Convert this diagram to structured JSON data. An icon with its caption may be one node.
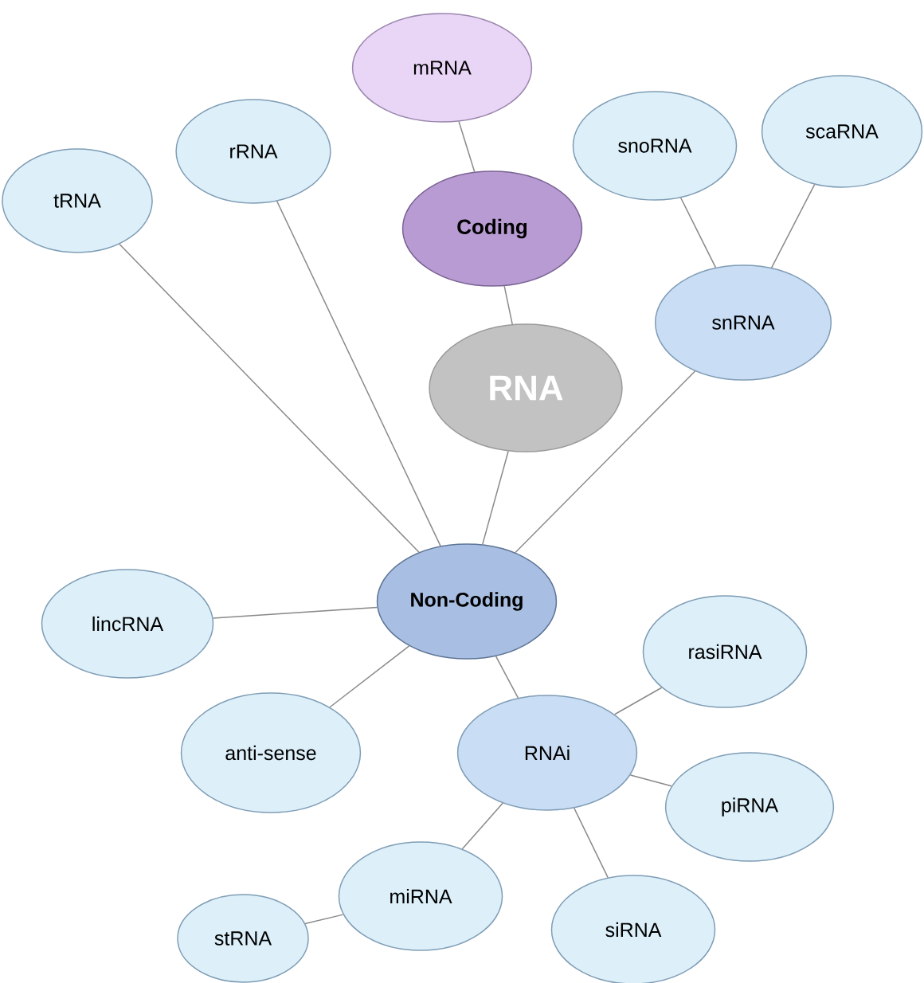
{
  "diagram": {
    "nodes": [
      {
        "text": [
          "mRNA"
        ]
      },
      {
        "text": [
          "Coding"
        ]
      },
      {
        "text": [
          "RNA"
        ]
      },
      {
        "text": [
          "tRNA"
        ]
      },
      {
        "text": [
          "rRNA"
        ]
      },
      {
        "text": [
          "snoRNA"
        ]
      },
      {
        "text": [
          "scaRNA"
        ]
      },
      {
        "text": [
          "snRNA"
        ]
      },
      {
        "text": [
          "Non-Coding"
        ]
      },
      {
        "text": [
          "lincRNA"
        ]
      },
      {
        "text": [
          "rasiRNA"
        ]
      },
      {
        "text": [
          "anti-sense"
        ]
      },
      {
        "text": [
          "RNAi"
        ]
      },
      {
        "text": [
          "piRNA"
        ]
      },
      {
        "text": [
          "miRNA"
        ]
      },
      {
        "text": [
          "siRNA"
        ]
      },
      {
        "text": [
          "stRNA"
        ]
      }
    ],
    "edges": [
      {
        "from": 0,
        "to": 1,
        "arrow": "none"
      },
      {
        "from": 1,
        "to": 2,
        "arrow": "none"
      },
      {
        "from": 2,
        "to": 8,
        "arrow": "none"
      },
      {
        "from": 3,
        "to": 8,
        "arrow": "none"
      },
      {
        "from": 4,
        "to": 8,
        "arrow": "none"
      },
      {
        "from": 7,
        "to": 8,
        "arrow": "none"
      },
      {
        "from": 5,
        "to": 7,
        "arrow": "none"
      },
      {
        "from": 6,
        "to": 7,
        "arrow": "none"
      },
      {
        "from": 8,
        "to": 9,
        "arrow": "none"
      },
      {
        "from": 8,
        "to": 11,
        "arrow": "none"
      },
      {
        "from": 8,
        "to": 12,
        "arrow": "none"
      },
      {
        "from": 12,
        "to": 10,
        "arrow": "none"
      },
      {
        "from": 12,
        "to": 13,
        "arrow": "none"
      },
      {
        "from": 12,
        "to": 15,
        "arrow": "none"
      },
      {
        "from": 12,
        "to": 14,
        "arrow": "none"
      },
      {
        "from": 14,
        "to": 16,
        "arrow": "none"
      }
    ]
  }
}
